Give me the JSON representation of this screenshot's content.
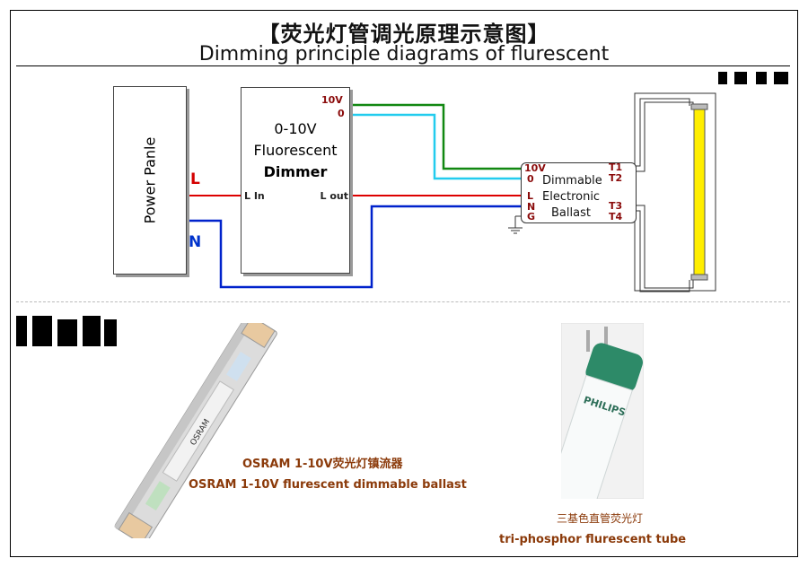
{
  "title_cn": "【荧光灯管调光原理示意图】",
  "title_en": "Dimming principle diagrams of flurescent",
  "power_supply": {
    "label": "Power Panle",
    "line_label": "L",
    "neutral_label": "N"
  },
  "dimmer": {
    "line1": "0-10V",
    "line2": "Fluorescent",
    "line3": "Dimmer",
    "lin": "L In",
    "lout": "L out",
    "out_10v": "10V",
    "out_0": "0"
  },
  "ballast": {
    "pin_10v": "10V",
    "pin_0": "0",
    "pin_l": "L",
    "pin_n": "N",
    "pin_g": "G",
    "line1": "Dimmable",
    "line2": "Electronic",
    "line3": "Ballast",
    "t1": "T1",
    "t2": "T2",
    "t3": "T3",
    "t4": "T4"
  },
  "photo_ballast": {
    "caption_cn": "OSRAM 1-10V荧光灯镇流器",
    "caption_en": "OSRAM 1-10V flurescent dimmable ballast",
    "brand": "OSRAM"
  },
  "photo_tube": {
    "caption_cn": "三基色直管荧光灯",
    "caption_en": "tri-phosphor flurescent tube",
    "brand": "PHILIPS"
  },
  "colors": {
    "line": "#dd0000",
    "neutral": "#0022cc",
    "signal_10v": "#118811",
    "signal_0": "#22ccee",
    "tube": "#ffee00",
    "caption": "#8b3a0a"
  }
}
